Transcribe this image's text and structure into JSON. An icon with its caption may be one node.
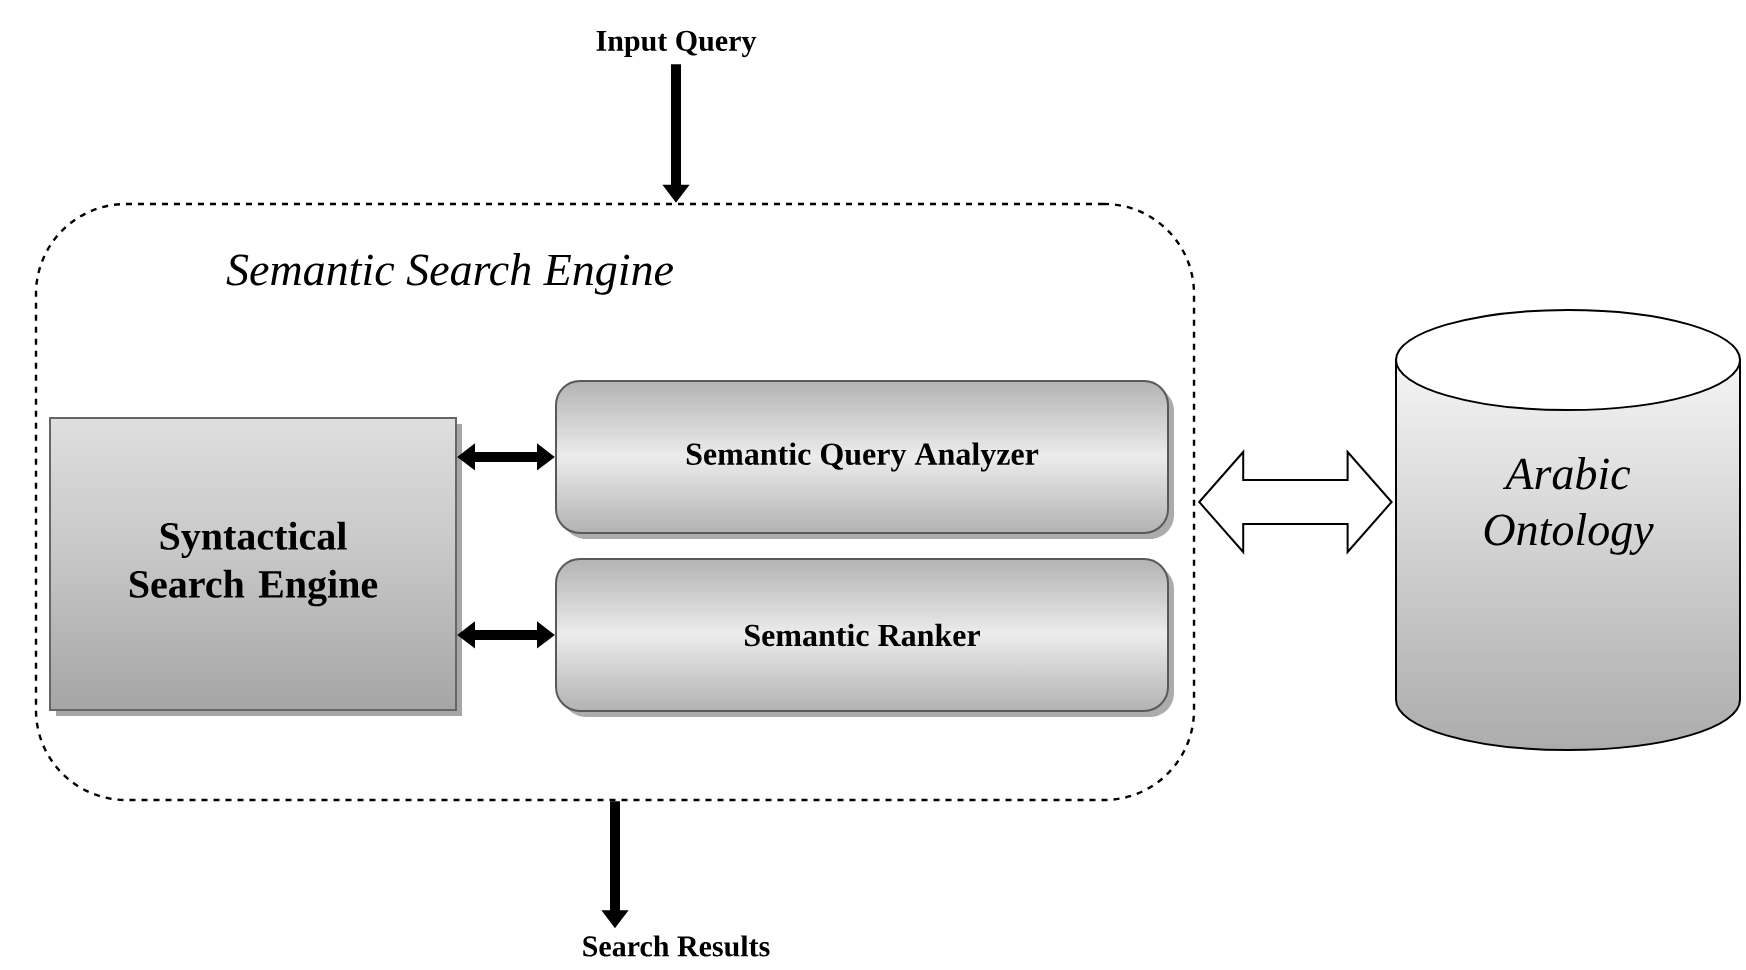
{
  "diagram": {
    "nodes": [
      {
        "text": [
          "Input Query"
        ]
      },
      {
        "text": [
          "Semantic Search Engine"
        ]
      },
      {
        "text": [
          "Syntactical Search Engine"
        ],
        "in": 1
      },
      {
        "text": [
          "Semantic Query Analyzer"
        ],
        "in": 1
      },
      {
        "text": [
          "Semantic Ranker"
        ],
        "in": 1
      },
      {
        "text": [
          "Arabic Ontology"
        ]
      },
      {
        "text": [
          "Search Results"
        ]
      }
    ],
    "edges": [
      {
        "from": 0,
        "to": 1,
        "arrow": "to"
      },
      {
        "from": 2,
        "to": 3,
        "arrow": "both"
      },
      {
        "from": 2,
        "to": 4,
        "arrow": "both"
      },
      {
        "from": 1,
        "to": 5,
        "arrow": "both",
        "style": "thick"
      },
      {
        "from": 1,
        "to": 6,
        "arrow": "to"
      }
    ]
  }
}
